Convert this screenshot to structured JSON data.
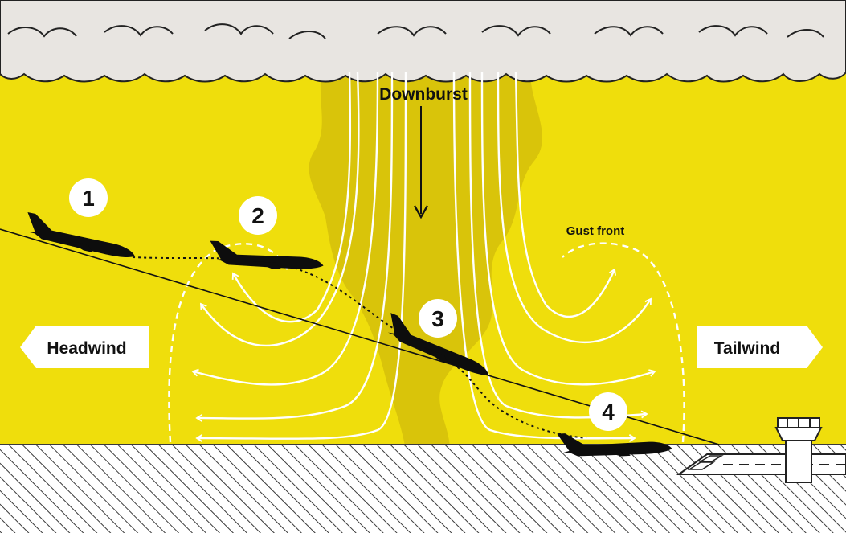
{
  "colors": {
    "sky": "#EFDE0C",
    "cloud": "#E8E5E1",
    "shaft": "#D9C40A",
    "ground_hatch": "#3A3A3A",
    "arrow": "#FFFFFF",
    "ink": "#111111"
  },
  "labels": {
    "downburst": "Downburst",
    "gust_front": "Gust front",
    "headwind": "Headwind",
    "tailwind": "Tailwind"
  },
  "steps": [
    {
      "number": "1"
    },
    {
      "number": "2"
    },
    {
      "number": "3"
    },
    {
      "number": "4"
    }
  ],
  "icons": {
    "aircraft": "airplane-silhouette-icon",
    "tower": "control-tower-icon",
    "runway": "runway-icon"
  }
}
